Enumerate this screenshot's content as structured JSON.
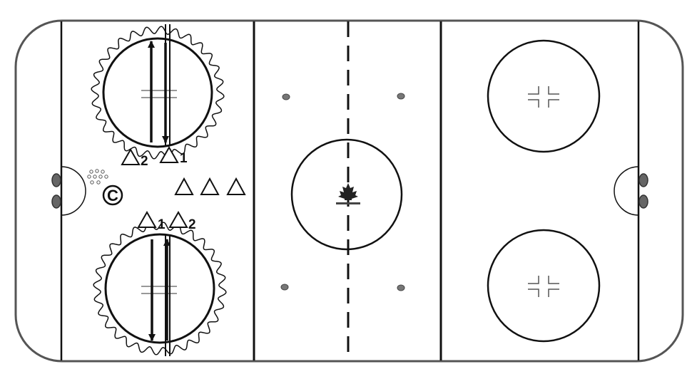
{
  "drill": {
    "coach_label": "C",
    "player_numbers": {
      "top_left": "2",
      "top_right": "1",
      "bottom_left": "1",
      "bottom_right": "2"
    },
    "waiting_players": 3,
    "pucks": 9
  },
  "colors": {
    "line": "#111111",
    "boards": "#555555",
    "ice": "#ffffff",
    "puck": "#555555"
  },
  "icons": {
    "logo": "hockey-canada-maple-leaf-icon",
    "player": "triangle-icon",
    "coach": "circled-c-icon",
    "puck": "puck-dot-icon"
  }
}
